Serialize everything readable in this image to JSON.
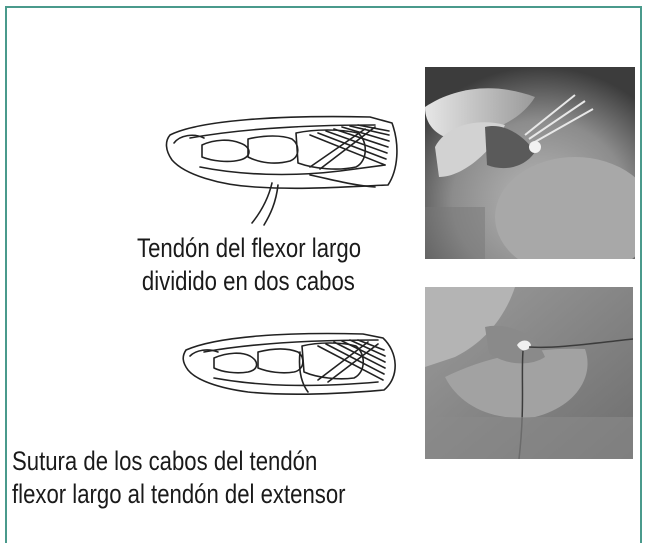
{
  "figure": {
    "top_caption": {
      "line1": "Tendón del flexor largo",
      "line2": "dividido en dos cabos"
    },
    "bottom_caption": {
      "line1": "Sutura de los cabos del tendón",
      "line2": "flexor largo al tendón del extensor"
    },
    "colors": {
      "frame": "#4a9a8c",
      "text": "#1a1a1a",
      "line_art": "#222222"
    }
  }
}
